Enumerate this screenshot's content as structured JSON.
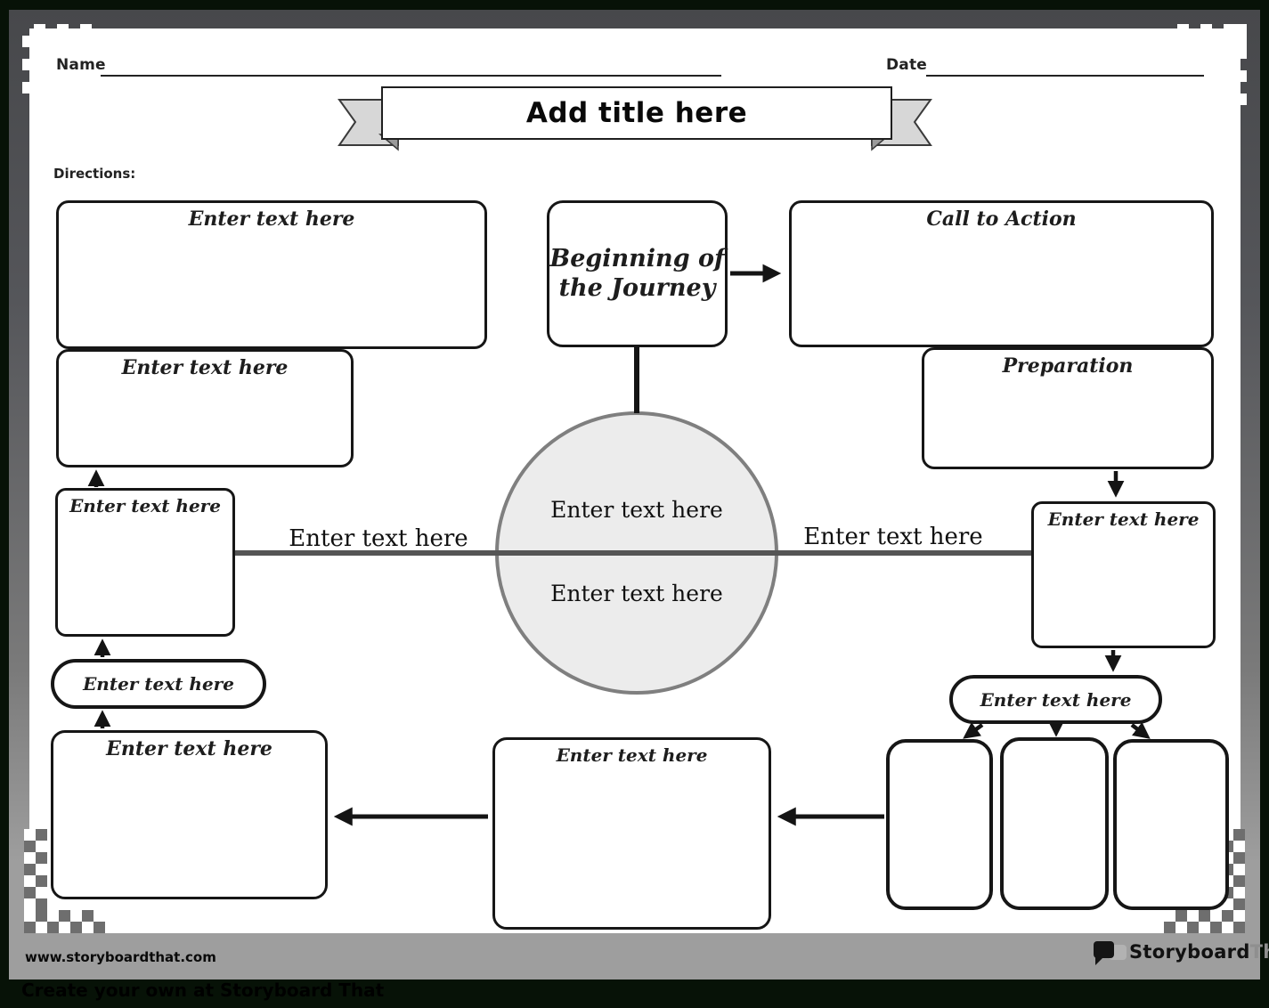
{
  "header": {
    "name_label": "Name",
    "date_label": "Date",
    "title": "Add title here",
    "directions_label": "Directions:"
  },
  "boxes": {
    "top_left_large": "Enter text here",
    "top_left_small": "Enter text here",
    "beginning": "Beginning of the Journey",
    "call_to_action": "Call to Action",
    "preparation": "Preparation",
    "left_small": "Enter text here",
    "left_pill": "Enter text here",
    "bottom_left": "Enter text here",
    "bottom_center": "Enter text here",
    "right_small": "Enter text here",
    "right_pill": "Enter text here"
  },
  "circle": {
    "top_text": "Enter text here",
    "bottom_text": "Enter text here"
  },
  "line_labels": {
    "left": "Enter text here",
    "right": "Enter text here"
  },
  "footer": {
    "url": "www.storyboardthat.com",
    "logo_primary": "Storyboard",
    "logo_secondary": "That",
    "tagline": "Create your own at Storyboard That"
  },
  "colors": {
    "frame_top": "#47484b",
    "frame_bottom": "#9e9e9e",
    "page": "#ffffff",
    "outer_background": "#071207",
    "circle_fill": "#ececec",
    "circle_stroke": "#7f7f7f",
    "axis_line": "#555555",
    "ink": "#161616",
    "ribbon_gray": "#d7d7d7"
  }
}
